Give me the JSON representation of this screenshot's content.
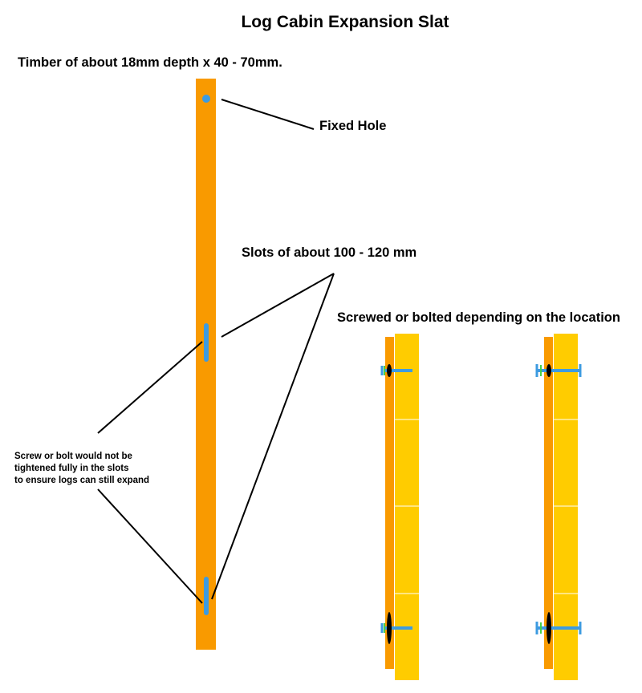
{
  "title": "Log Cabin Expansion Slat",
  "subtitle": "Timber of about 18mm depth x 40 - 70mm.",
  "labels": {
    "fixed_hole": "Fixed Hole",
    "slots": "Slots of about 100 - 120 mm",
    "screwed": "Screwed or bolted depending on the location",
    "note_lines": [
      "Screw or bolt would not be",
      "tightened fully in the slots",
      "to ensure logs can still expand"
    ]
  },
  "colors": {
    "slat": "#f99a00",
    "log": "#ffcc00",
    "fastener": "#3d9be0",
    "washer": "#47d04a",
    "nut": "#000000",
    "line": "#000000"
  }
}
